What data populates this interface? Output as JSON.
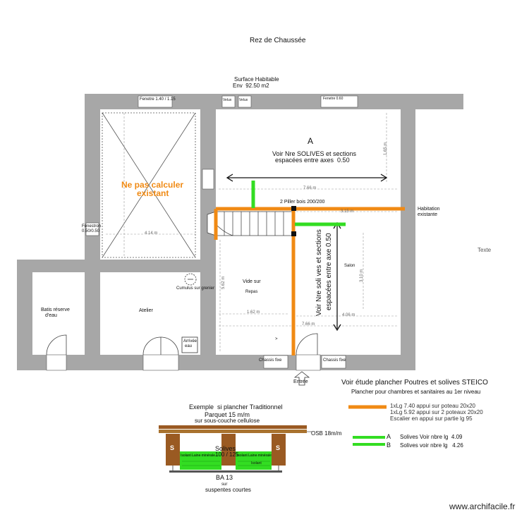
{
  "title": "Rez de Chaussée",
  "surface": {
    "line1": "Surface Habitable",
    "line2": "Env  92.50 m2"
  },
  "labels": {
    "fenetre_top": "Fenetre 1.40 / 1.15",
    "vasistas_a": "Velux",
    "vasistas_b": "Velux",
    "fenetre_small": "Fenetre 0.60",
    "fenestron": "Fenestron",
    "fenestron_dim": "0.50/0.50",
    "ne_pas_calculer_1": "Ne pas calculer",
    "ne_pas_calculer_2": "existant",
    "zone_a_letter": "A",
    "zone_a_line1": "Voir Nre SOLIVES et sections",
    "zone_a_line2": "espacées entre axes  0.50",
    "pillier": "2 Piller bois 200/200",
    "habitation_1": "Habitation",
    "habitation_2": "existante",
    "texte": "Texte",
    "vide_sur": "Vide sur",
    "repas": "Repas",
    "salon": "Salon",
    "vertical_1": "Voir Nre soli ves et sections",
    "vertical_2": "espacées entre axe 0.50",
    "cumulus": "Cumulus sur grenier",
    "batis": "Batis réserve",
    "batis2": "d'eau",
    "atelier": "Atelier",
    "arrivee": "Arrivée",
    "arrivee2": "eau",
    "chassis_a": "Chassis fixe",
    "chassis_b": "Chassis fixe",
    "entree": "Entrée",
    "gt": ">"
  },
  "dims": {
    "d1": "7.66 m",
    "d2": "4.14 m",
    "d3": "3.15 m",
    "d4": "1.65 m",
    "d5": "5.62 m",
    "d6": "1.62 m",
    "d7": "3.10 m",
    "d8": "7.66 m",
    "d9": "4.06 m"
  },
  "study": {
    "title": "Voir étude plancher Poutres et solives STEICO",
    "subtitle": "Plancher pour chambres et sanitaires au 1er niveau",
    "legend_orange_1": "1xLg 7.40 appui sur poteau 20x20",
    "legend_orange_2": "1xLg 5.92 appui sur 2 poteaux 20x20",
    "legend_orange_3": "Escalier en appui sur partie lg 95",
    "legend_a_letter": "A",
    "legend_a_text": "Solives Voir nbre lg  4.09",
    "legend_b_letter": "B",
    "legend_b_text": "Solives voir nbre lg   4.26"
  },
  "traditional": {
    "title": "Exemple  si plancher Traditionnel",
    "parquet": "Parquet 15 m/m",
    "sous_couche": "sur sous-couche cellulose",
    "osb": "OSB 18m/m",
    "solives": "Solives",
    "solives_dim": "100 / 125",
    "s": "S",
    "isolant_a": "Isolant Laine minérale",
    "isolant_b": "Isolant Laine minérale",
    "isolant_c": "Isolant",
    "ba13": "BA 13",
    "sur": "sur",
    "suspentes": "suspentes courtes"
  },
  "brand": "www.archifacile.fr",
  "colors": {
    "wall": "#a7a7a7",
    "orange": "#f08a14",
    "green": "#33dd22",
    "brown": "#9a5a22"
  }
}
